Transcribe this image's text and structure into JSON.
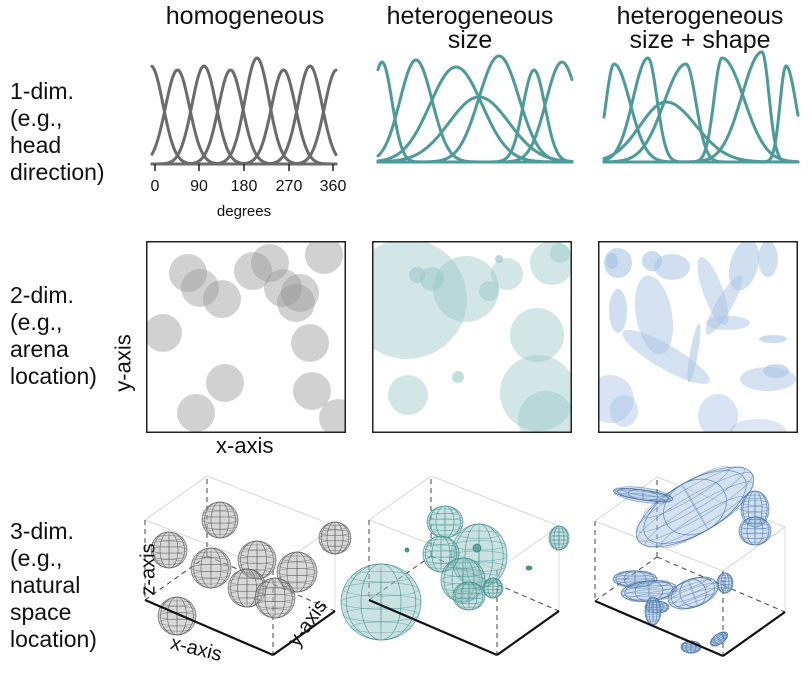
{
  "columns": {
    "homogeneous": [
      "homogeneous"
    ],
    "het_size": [
      "heterogeneous",
      "size"
    ],
    "het_size_shape": [
      "heterogeneous",
      "size + shape"
    ]
  },
  "rows": {
    "one_dim": [
      "1-dim.",
      "(e.g.,",
      "head",
      "direction)"
    ],
    "two_dim": [
      "2-dim.",
      "(e.g.,",
      "arena",
      "location)"
    ],
    "three_dim": [
      "3-dim.",
      "(e.g.,",
      "natural",
      "space",
      "location)"
    ]
  },
  "axes_1d": {
    "ticks": [
      "0",
      "90",
      "180",
      "270",
      "360"
    ],
    "xlabel": "degrees"
  },
  "axes_2d": {
    "xlabel": "x-axis",
    "ylabel": "y-axis"
  },
  "axes_3d": {
    "xlabel": "x-axis",
    "ylabel": "y-axis",
    "zlabel": "z-axis"
  },
  "colors": {
    "homogeneous": "#6b6b6b",
    "het_size": "#4e9a9a",
    "het_size_shape": "#4e9a9a",
    "fill_gray": "#b8b8b8",
    "fill_teal": "#9cc8c8",
    "fill_blue": "#a9c4e4",
    "mesh_gray": "#555555",
    "mesh_teal": "#3a8a8a",
    "mesh_blue": "#3f6fa3"
  }
}
